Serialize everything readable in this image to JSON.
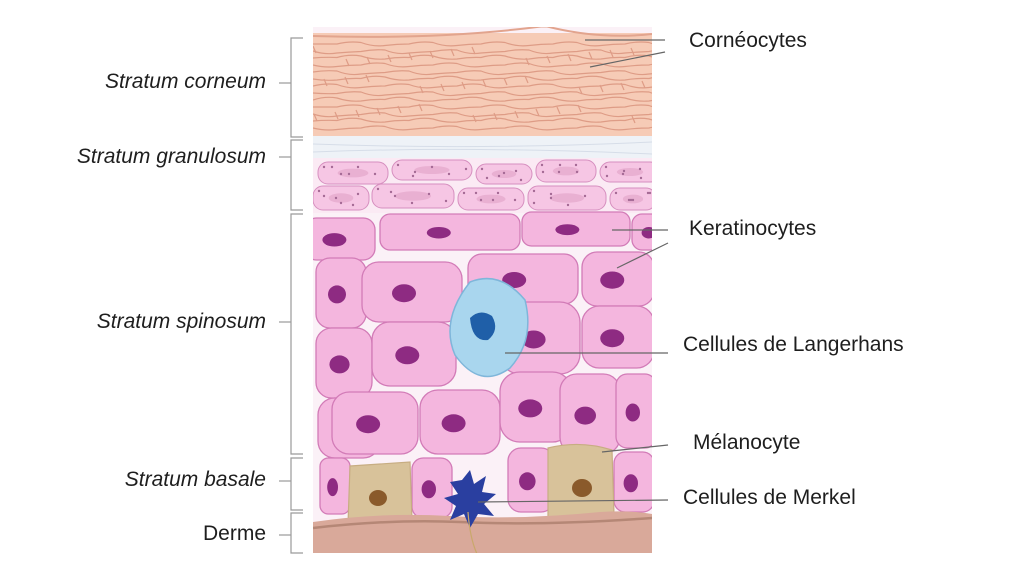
{
  "layers": [
    {
      "id": "corneum",
      "label": "Stratum corneum"
    },
    {
      "id": "granulosum",
      "label": "Stratum granulosum"
    },
    {
      "id": "spinosum",
      "label": "Stratum spinosum"
    },
    {
      "id": "basale",
      "label": "Stratum basale"
    },
    {
      "id": "derme",
      "label": "Derme"
    }
  ],
  "cells": [
    {
      "id": "corneocytes",
      "label": "Cornéocytes"
    },
    {
      "id": "keratinocytes",
      "label": "Keratinocytes"
    },
    {
      "id": "langerhans",
      "label": "Cellules de Langerhans"
    },
    {
      "id": "melanocyte",
      "label": "Mélanocyte"
    },
    {
      "id": "merkel",
      "label": "Cellules de Merkel"
    }
  ],
  "colors": {
    "keratinocyte_fill": "#f4b6de",
    "keratinocyte_nucleus": "#8e2b82",
    "langerhans_fill": "#a9d6ee",
    "langerhans_nucleus": "#1f5fa8",
    "melanocyte_fill": "#d8c29a",
    "melanocyte_nucleus": "#8a5a2b",
    "merkel_fill": "#2a3fa0",
    "corneum_fill": "#f6cbb6",
    "corneum_line": "#de9c86",
    "derme_fill": "#d9a99a",
    "text": "#1e1e1e",
    "leader_line": "#666666"
  }
}
